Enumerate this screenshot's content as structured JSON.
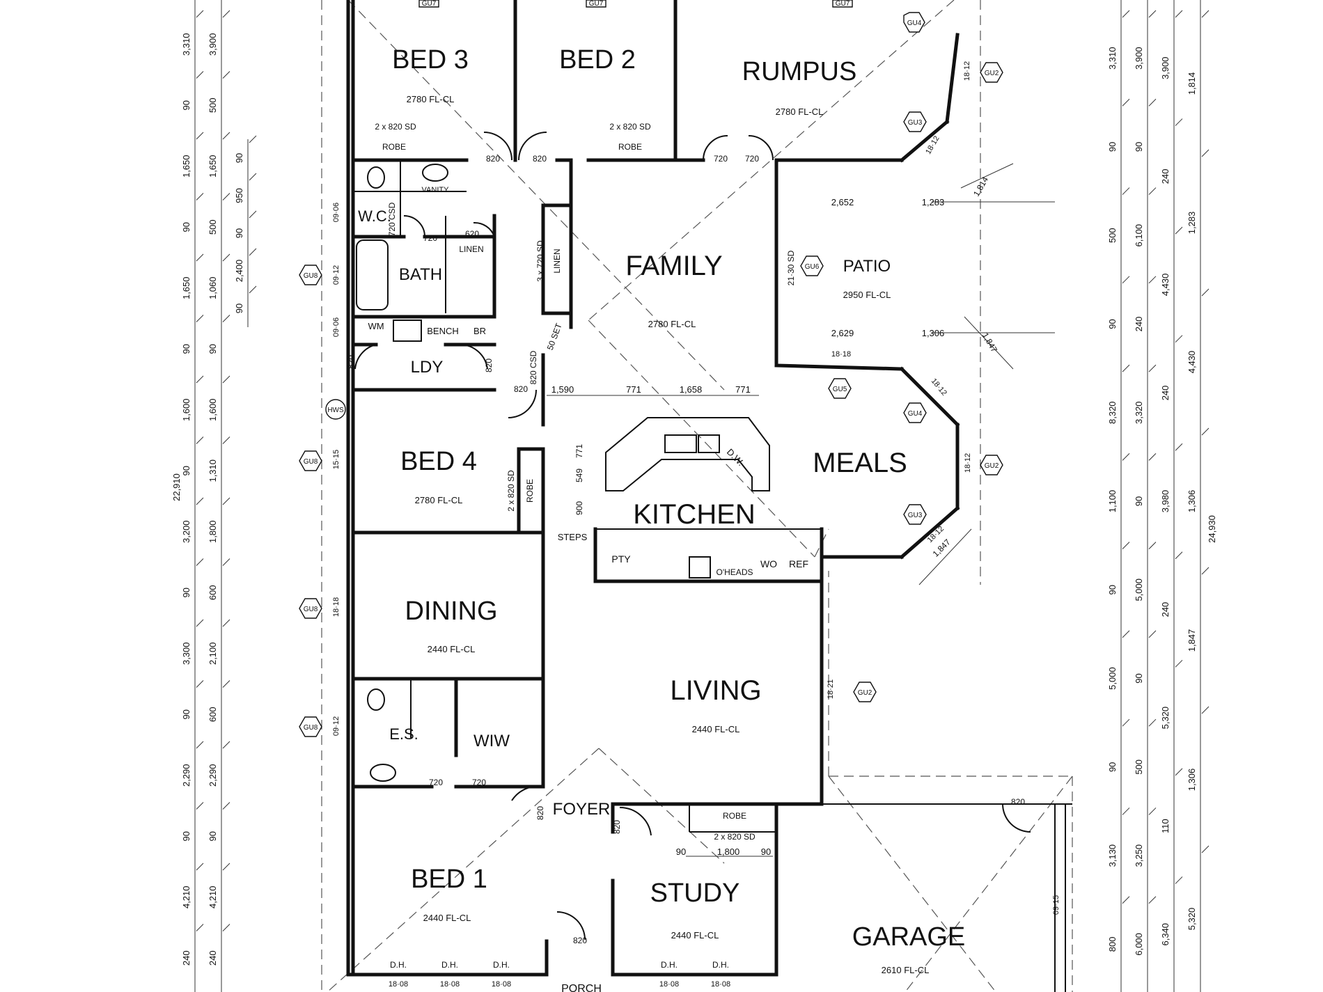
{
  "rooms": {
    "bed3": {
      "name": "BED 3",
      "ceiling": "2780 FL-CL"
    },
    "bed2": {
      "name": "BED 2"
    },
    "rumpus": {
      "name": "RUMPUS",
      "ceiling": "2780 FL-CL"
    },
    "family": {
      "name": "FAMILY",
      "ceiling": "2780 FL-CL"
    },
    "patio": {
      "name": "PATIO",
      "ceiling": "2950 FL-CL"
    },
    "meals": {
      "name": "MEALS"
    },
    "kitchen": {
      "name": "KITCHEN"
    },
    "bed4": {
      "name": "BED 4",
      "ceiling": "2780 FL-CL"
    },
    "dining": {
      "name": "DINING",
      "ceiling": "2440 FL-CL"
    },
    "living": {
      "name": "LIVING",
      "ceiling": "2440 FL-CL"
    },
    "es": {
      "name": "E.S."
    },
    "wiw": {
      "name": "WIW"
    },
    "foyer": {
      "name": "FOYER"
    },
    "bed1": {
      "name": "BED 1",
      "ceiling": "2440 FL-CL"
    },
    "study": {
      "name": "STUDY",
      "ceiling": "2440 FL-CL"
    },
    "garage": {
      "name": "GARAGE",
      "ceiling": "2610 FL-CL"
    },
    "wc": {
      "name": "W.C."
    },
    "bath": {
      "name": "BATH"
    },
    "ldy": {
      "name": "LDY"
    }
  },
  "fixtures": {
    "robe": "ROBE",
    "sliding_robe_doors": "2 x 820 SD",
    "vanity": "VANITY",
    "linen": "LINEN",
    "linen_doors": "3 x 720 SD",
    "wm": "WM",
    "bench": "BENCH",
    "br": "BR",
    "pty": "PTY",
    "steps": "STEPS",
    "oheads": "O'HEADS",
    "wo": "WO",
    "ref": "REF",
    "dw": "D.W.",
    "set50": "50 SET",
    "dh": "D.H.",
    "hws": "HWS",
    "csd720": "720 CSD",
    "csd820": "820 CSD",
    "csd2130": "21·30 SD",
    "porch": "PORCH"
  },
  "door_widths": {
    "d820": "820",
    "d720": "720",
    "d620": "620"
  },
  "window_codes": [
    "GU7",
    "GU7",
    "GU7",
    "GU4",
    "GU2",
    "GU3",
    "GU8",
    "GU6",
    "GU5",
    "GU4",
    "GU8",
    "GU2",
    "GU3",
    "GU8",
    "GU8",
    "GU2"
  ],
  "window_sizes": {
    "w0906a": "09·06",
    "w0912a": "09·12",
    "w0906b": "09·06",
    "w1515": "15·15",
    "w1818": "18·18",
    "w0912b": "09·12",
    "w1812a": "18·12",
    "w1812b": "18·12",
    "w1818p": "18·18",
    "w1812c": "18·12",
    "w1812d": "18·12",
    "w1812e": "18·12",
    "w1821": "18·21",
    "w0915": "09·15",
    "w1808a": "18·08",
    "w1808b": "18·08",
    "w1808c": "18·08",
    "w1808d": "18·08",
    "w1808e": "18·08"
  },
  "patio_dims": {
    "top_a": "2,652",
    "top_b": "1,283",
    "bot_a": "2,629",
    "bot_b": "1,306",
    "diag_a": "1,814",
    "diag_b": "1,847",
    "diag_c": "1,847"
  },
  "kitchen_dims": {
    "a": "1,590",
    "b": "771",
    "c": "1,658",
    "d": "771",
    "e": "771",
    "f": "549",
    "g": "900"
  },
  "study_dims": {
    "a": "90",
    "b": "1,800",
    "c": "90"
  },
  "left_dims": {
    "col1": [
      "3,310",
      "90",
      "1,650",
      "90",
      "1,650",
      "90",
      "1,600",
      "90",
      "3,200",
      "90",
      "3,300",
      "90",
      "2,290",
      "90",
      "4,210",
      "240"
    ],
    "col2": [
      "3,900",
      "500",
      "1,650",
      "500",
      "1,060",
      "90",
      "1,600",
      "1,310",
      "1,800",
      "600",
      "2,100",
      "600",
      "2,290",
      "90",
      "4,210",
      "240"
    ],
    "col3": [
      "90",
      "950",
      "90",
      "2,400",
      "90"
    ],
    "total": "22,910"
  },
  "right_dims": {
    "col1": [
      "3,310",
      "90",
      "500",
      "90",
      "8,320",
      "1,100",
      "90",
      "5,000",
      "90",
      "3,130",
      "800"
    ],
    "col2": [
      "3,900",
      "90",
      "6,100",
      "240",
      "3,320",
      "90",
      "5,000",
      "90",
      "500",
      "3,250",
      "6,000"
    ],
    "col3": [
      "3,900",
      "240",
      "4,430",
      "240",
      "3,980",
      "240",
      "5,320",
      "110",
      "6,340"
    ],
    "col4": [
      "1,814",
      "1,283",
      "4,430",
      "1,306",
      "1,847",
      "1,306",
      "5,320"
    ],
    "total": "24,930"
  }
}
